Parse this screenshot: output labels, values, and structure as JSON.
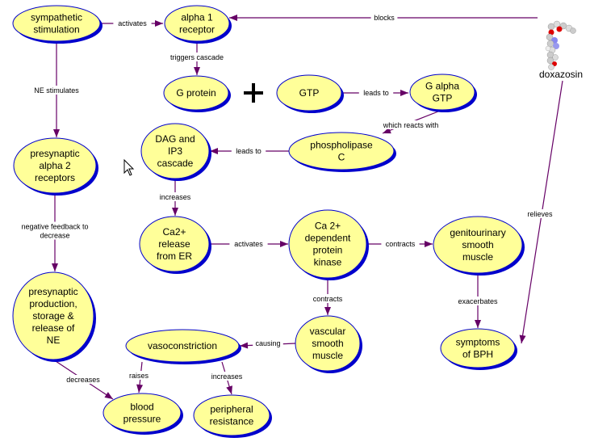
{
  "diagram": {
    "type": "concept-map",
    "colors": {
      "node_fill": "#ffff99",
      "node_border": "#0000cc",
      "node_shadow": "#0000cc",
      "link": "#660066",
      "plus": "#000000"
    },
    "nodes": [
      {
        "id": "symp",
        "lines": [
          "sympathetic",
          "stimulation"
        ]
      },
      {
        "id": "alpha1",
        "lines": [
          "alpha 1",
          "receptor"
        ]
      },
      {
        "id": "gprot",
        "lines": [
          "G protein"
        ]
      },
      {
        "id": "gtp",
        "lines": [
          "GTP"
        ]
      },
      {
        "id": "galpha",
        "lines": [
          "G alpha",
          "GTP"
        ]
      },
      {
        "id": "plc",
        "lines": [
          "phospholipase",
          "C"
        ]
      },
      {
        "id": "dag",
        "lines": [
          "DAG and",
          "IP3",
          "cascade"
        ]
      },
      {
        "id": "alpha2",
        "lines": [
          "presynaptic",
          "alpha 2",
          "receptors"
        ]
      },
      {
        "id": "ca2rel",
        "lines": [
          "Ca2+",
          "release",
          "from ER"
        ]
      },
      {
        "id": "capk",
        "lines": [
          "Ca 2+",
          "dependent",
          "protein",
          "kinase"
        ]
      },
      {
        "id": "gusm",
        "lines": [
          "genitourinary",
          "smooth",
          "muscle"
        ]
      },
      {
        "id": "prene",
        "lines": [
          "presynaptic",
          "production,",
          "storage &",
          "release of",
          "NE"
        ]
      },
      {
        "id": "vsm",
        "lines": [
          "vascular",
          "smooth",
          "muscle"
        ]
      },
      {
        "id": "bph",
        "lines": [
          "symptoms",
          "of BPH"
        ]
      },
      {
        "id": "vasoc",
        "lines": [
          "vasoconstriction"
        ]
      },
      {
        "id": "bp",
        "lines": [
          "blood",
          "pressure"
        ]
      },
      {
        "id": "pr",
        "lines": [
          "peripheral",
          "resistance"
        ]
      }
    ],
    "links": [
      {
        "from": "symp",
        "to": "alpha1",
        "label": [
          "activates"
        ]
      },
      {
        "from": "doxazosin",
        "to": "alpha1",
        "label": [
          "blocks"
        ]
      },
      {
        "from": "alpha1",
        "to": "gprot",
        "label": [
          "triggers cascade"
        ]
      },
      {
        "from": "gtp",
        "to": "galpha",
        "label": [
          "leads to"
        ]
      },
      {
        "from": "galpha",
        "to": "plc",
        "label": [
          "which reacts with"
        ]
      },
      {
        "from": "plc",
        "to": "dag",
        "label": [
          "leads to"
        ]
      },
      {
        "from": "symp",
        "to": "alpha2",
        "label": [
          "NE stimulates"
        ]
      },
      {
        "from": "dag",
        "to": "ca2rel",
        "label": [
          "increases"
        ]
      },
      {
        "from": "alpha2",
        "to": "prene",
        "label": [
          "negative feedback to",
          "decrease"
        ]
      },
      {
        "from": "ca2rel",
        "to": "capk",
        "label": [
          "activates"
        ]
      },
      {
        "from": "capk",
        "to": "gusm",
        "label": [
          "contracts"
        ]
      },
      {
        "from": "capk",
        "to": "vsm",
        "label": [
          "contracts"
        ]
      },
      {
        "from": "gusm",
        "to": "bph",
        "label": [
          "exacerbates"
        ]
      },
      {
        "from": "doxazosin",
        "to": "bph",
        "label": [
          "relieves"
        ]
      },
      {
        "from": "vsm",
        "to": "vasoc",
        "label": [
          "causing"
        ]
      },
      {
        "from": "vasoc",
        "to": "bp",
        "label": [
          "raises"
        ]
      },
      {
        "from": "vasoc",
        "to": "pr",
        "label": [
          "increases"
        ]
      },
      {
        "from": "prene",
        "to": "bp",
        "label": [
          "decreases"
        ]
      }
    ],
    "drug": {
      "label": "doxazosin",
      "image": "molecule-3d-model"
    },
    "plus_symbol": "+",
    "cursor": "arrow-pointer"
  }
}
